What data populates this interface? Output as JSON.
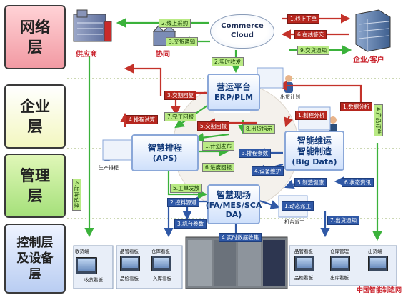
{
  "layers": [
    {
      "id": "network",
      "label": "网络\n层"
    },
    {
      "id": "enterprise",
      "label": "企业\n层"
    },
    {
      "id": "management",
      "label": "管理\n层"
    },
    {
      "id": "control",
      "label": "控制层\n及设备\n层"
    }
  ],
  "cloud": {
    "line1": "Commerce",
    "line2": "Cloud"
  },
  "entities": {
    "supplier": "供应商",
    "collab": "协同",
    "customer": "企业/客户",
    "shipping_plan": "出货计划",
    "production_schedule": "生产排程",
    "machine_dispatch": "机台派工"
  },
  "platforms": {
    "erp": {
      "t1": "营运平台",
      "t2": "ERP/PLM"
    },
    "aps": {
      "t1": "智慧排程",
      "t2": "(APS)"
    },
    "bigdata": {
      "t1": "智能维运",
      "t2": "智能制造",
      "t3": "(Big Data)"
    },
    "mes": {
      "t1": "智慧现场",
      "t2": "(FA/MES/SCA",
      "t3": "DA)"
    }
  },
  "tags": {
    "g_online_purchase": "2.线上采购",
    "g_trade_notice_3": "3.交货通知",
    "g_realtime": "2.实时收发",
    "g_finish_report": "7.完工回报",
    "g_plan_release": "1.计划发布",
    "g_progress": "6.进度回报",
    "g_out_instruct": "8.出货指示",
    "g_work_order": "5.工单发放",
    "g_b_supply": "4.出库记录",
    "g_a_order": "A.产品订单",
    "r_online_order": "1.线上下单",
    "r_online_confirm": "6.在线答交",
    "r_delivery_reply": "3.交期回复",
    "r_schedule_calc": "4.排程试算",
    "r_data_analysis": "1.数据分析",
    "r_make_analysis": "1.制程分析",
    "r_trade_notice_9": "9.交货通知",
    "r_trade_feedback": "5.交期回报",
    "b_sched_param": "3.排程参数",
    "b_equip_maint": "4.设备维护",
    "b_control_src": "2.控料源道",
    "b_machine_param": "3.机台参数",
    "b_realtime_collect": "4.实时数据收集",
    "b_dynamic_dispatch": "1.动态派工",
    "b_make_health": "5.制造健康",
    "b_status_report": "6.状态资讯",
    "b_shipping_notice": "7.出货通知"
  },
  "bottom": {
    "left_title": "收货端",
    "left_desc": "收货看板",
    "mid_title1": "品管看板",
    "mid_title2": "仓库看板",
    "mid_desc1": "品检看板",
    "mid_desc2": "入库看板",
    "right_title1": "品管看板",
    "right_title2": "仓库管理",
    "right_title3": "出货端",
    "right_desc1": "品检看板",
    "right_desc2": "出库看板"
  },
  "watermark": "中国智能制造网",
  "colors": {
    "green_arrow": "#3bb23b",
    "red_arrow": "#c4322a",
    "blue_arrow": "#2f58a6"
  }
}
